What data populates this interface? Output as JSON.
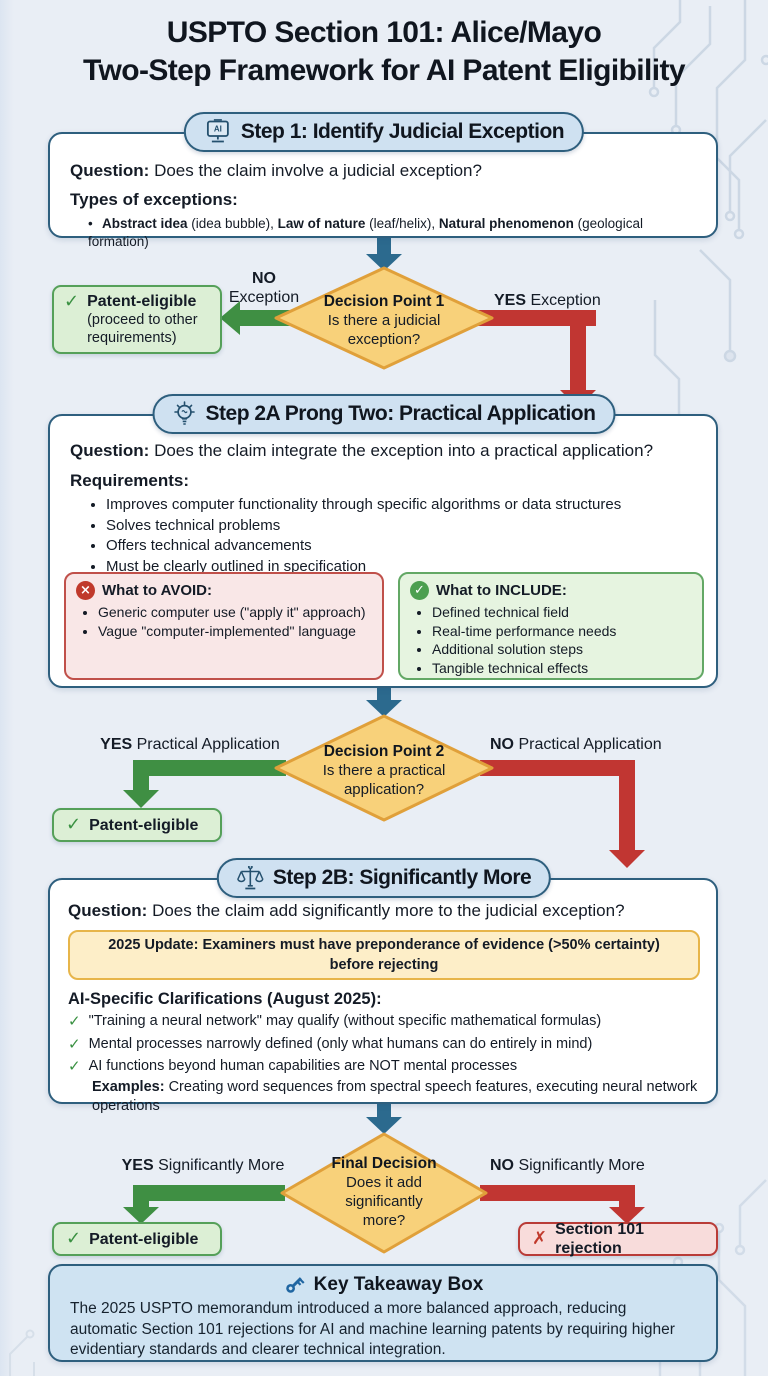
{
  "glyphs": {
    "bullet": "•",
    "check": "✓",
    "cross": "✗",
    "cross_badge": "×",
    "check_badge": "✓"
  },
  "colors": {
    "background": "#e9eef5",
    "panel_border": "#2e5f7e",
    "pill_fill": "#cfe1f1",
    "diamond_fill": "#f8d17a",
    "diamond_border": "#e0a03a",
    "green_arrow": "#3f8f43",
    "red_arrow": "#c13632",
    "blue_arrow": "#2c6a8e",
    "eligible_fill": "#dcefd5",
    "rejection_fill": "#f8dcdb",
    "update_fill": "#fdeec8"
  },
  "title": {
    "line1": "USPTO Section 101: Alice/Mayo",
    "line2": "Two-Step Framework for AI Patent Eligibility"
  },
  "step1": {
    "header": "Step 1: Identify Judicial Exception",
    "question_label": "Question:",
    "question": " Does the claim involve a judicial exception?",
    "types_label": "Types of exceptions:",
    "exceptions": [
      {
        "text": "Abstract idea",
        "bold": true
      },
      {
        "text": " (idea bubble), ",
        "bold": false
      },
      {
        "text": "Law of nature",
        "bold": true
      },
      {
        "text": " (leaf/helix), ",
        "bold": false
      },
      {
        "text": "Natural phenomenon",
        "bold": true
      },
      {
        "text": " (geological formation)",
        "bold": false
      }
    ]
  },
  "decision1": {
    "title": "Decision Point 1",
    "question": "Is there a judicial exception?",
    "no_keyword": "NO",
    "no_label": "Exception",
    "yes_keyword": "YES",
    "yes_label": " Exception",
    "eligible_title": "Patent-eligible",
    "eligible_note": "(proceed to other requirements)"
  },
  "step2a": {
    "header": "Step 2A Prong Two: Practical Application",
    "question_label": "Question:",
    "question": " Does the claim integrate the exception into a practical application?",
    "requirements_label": "Requirements:",
    "requirements": [
      "Improves computer functionality through specific algorithms or data structures",
      "Solves technical problems",
      "Offers technical advancements",
      "Must be clearly outlined in specification"
    ],
    "avoid_title": "What to AVOID:",
    "avoid_items": [
      "Generic computer use (\"apply it\" approach)",
      "Vague \"computer-implemented\" language"
    ],
    "include_title": "What to INCLUDE:",
    "include_items": [
      "Defined technical field",
      "Real-time performance needs",
      "Additional solution steps",
      "Tangible technical effects"
    ]
  },
  "decision2": {
    "title": "Decision Point 2",
    "question": "Is there a practical application?",
    "yes_keyword": "YES",
    "yes_label": " Practical Application",
    "no_keyword": "NO",
    "no_label": " Practical Application",
    "eligible_title": "Patent-eligible"
  },
  "step2b": {
    "header": "Step 2B: Significantly More",
    "question_label": "Question:",
    "question": " Does the claim add significantly more to the judicial exception?",
    "update_note": "2025 Update: Examiners must have preponderance of evidence (>50% certainty) before rejecting",
    "clarifications_label": "AI-Specific Clarifications (August 2025):",
    "clarifications": [
      "\"Training a neural network\" may qualify (without specific mathematical formulas)",
      "Mental processes narrowly defined (only what humans can do entirely in mind)",
      "AI functions beyond human capabilities are NOT mental processes"
    ],
    "examples_label": "Examples:",
    "examples": " Creating word sequences from spectral speech features, executing neural network operations"
  },
  "final_decision": {
    "title": "Final Decision",
    "question": "Does it add significantly more?",
    "yes_keyword": "YES",
    "yes_label": " Significantly More",
    "no_keyword": "NO",
    "no_label": " Significantly More",
    "eligible_title": "Patent-eligible",
    "rejection_title": "Section 101 rejection"
  },
  "takeaway": {
    "title": "Key Takeaway Box",
    "body": "The 2025 USPTO memorandum introduced a more balanced approach, reducing automatic Section 101 rejections for AI and machine learning patents by requiring higher evidentiary standards and clearer technical integration."
  }
}
